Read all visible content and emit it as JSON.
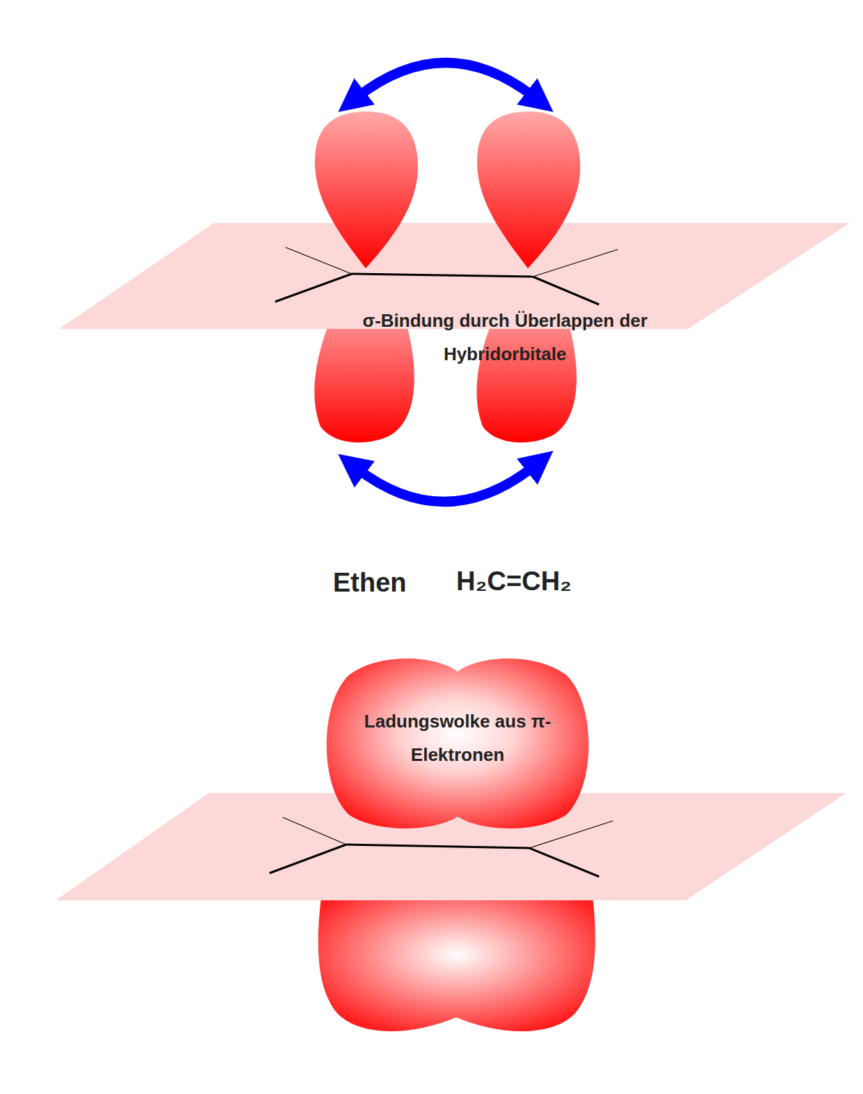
{
  "diagram": {
    "nodes": [
      {
        "text": [
          "Ladungswolke aus π-Elektronen"
        ]
      }
    ],
    "labels": [
      "σ-Bindung durch Überlappen der Hybridorbitale",
      "Ethen",
      "H₂C=CH₂"
    ]
  }
}
